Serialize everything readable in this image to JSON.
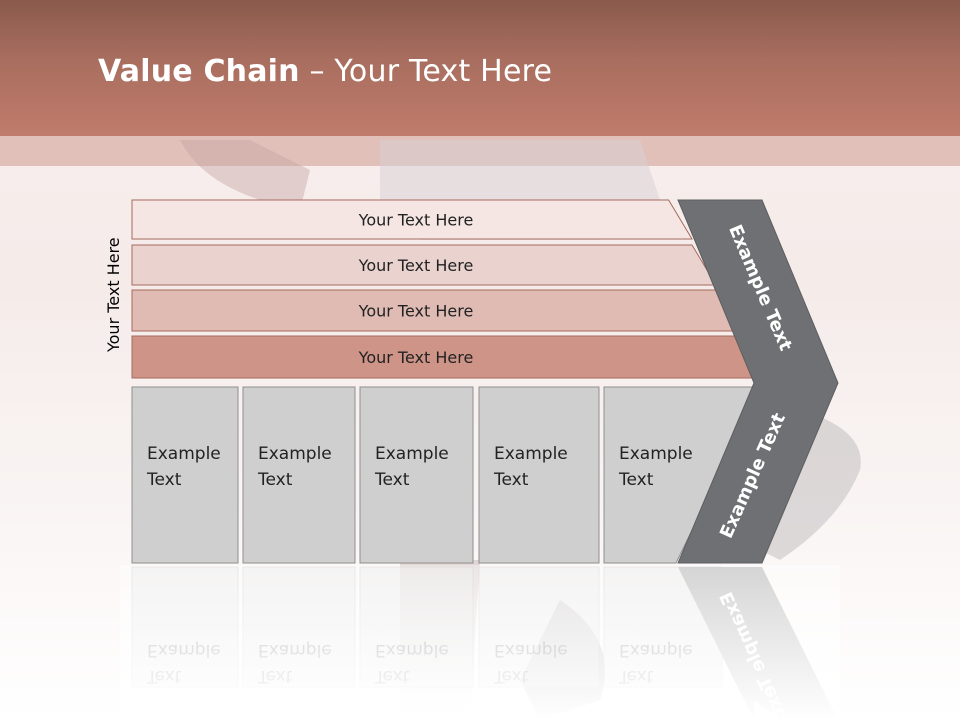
{
  "slide": {
    "title_bold": "Value Chain",
    "title_rest": " – Your Text Here",
    "side_label": "Your Text Here"
  },
  "bands": [
    {
      "label": "Your Text Here",
      "color": "#f5e6e3"
    },
    {
      "label": "Your Text Here",
      "color": "#ead3cf"
    },
    {
      "label": "Your Text Here",
      "color": "#dfbbb3"
    },
    {
      "label": "Your Text Here",
      "color": "#cd9487"
    }
  ],
  "boxes": [
    {
      "line1": "Example",
      "line2": "Text"
    },
    {
      "line1": "Example",
      "line2": "Text"
    },
    {
      "line1": "Example",
      "line2": "Text"
    },
    {
      "line1": "Example",
      "line2": "Text"
    },
    {
      "line1": "Example",
      "line2": "Text"
    }
  ],
  "chevron": {
    "top_label": "Example Text",
    "bottom_label": "Example Text",
    "color": "#6f7073"
  },
  "colors": {
    "box_fill": "#cfcfcf",
    "box_stroke": "#8f8f8f",
    "band_stroke": "#a56a5e"
  }
}
